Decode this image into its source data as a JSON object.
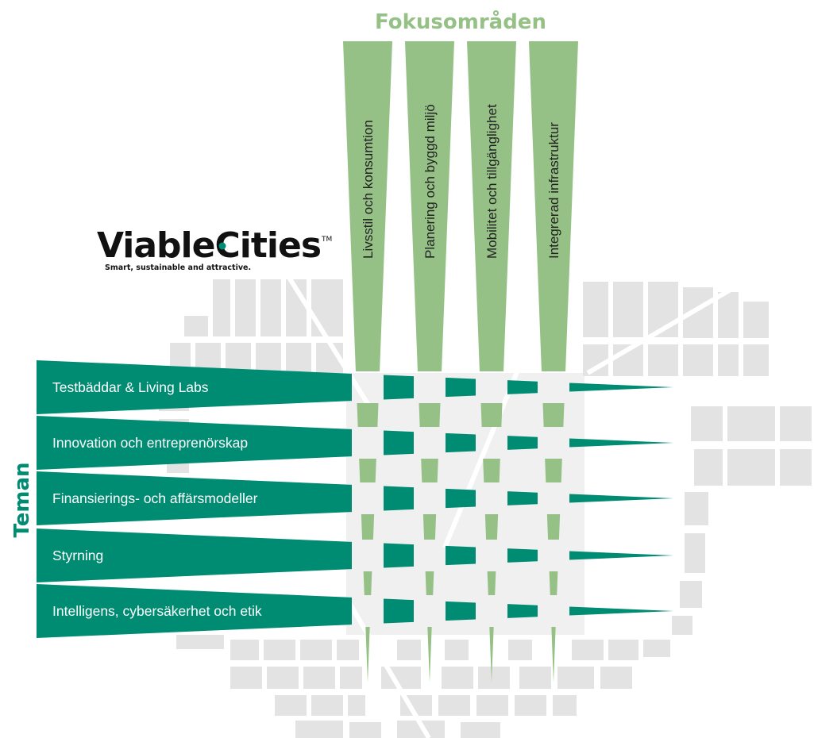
{
  "logo": {
    "name_part1": "Viable",
    "name_part2": "Cities",
    "trademark": "TM",
    "tagline": "Smart, sustainable and attractive."
  },
  "header": {
    "fokus_title": "Fokusområden",
    "teman_title": "Teman"
  },
  "focus_areas": [
    "Livsstil och konsumtion",
    "Planering och byggd miljö",
    "Mobilitet och tillgänglighet",
    "Integrerad infrastruktur"
  ],
  "themes": [
    "Testbäddar & Living Labs",
    "Innovation och entreprenörskap",
    "Finansierings- och affärsmodeller",
    "Styrning",
    "Intelligens, cybersäkerhet och etik"
  ],
  "colors": {
    "focus_green": "#95c186",
    "theme_teal": "#008b73",
    "map_grey": "#e3e3e3",
    "logo_black": "#111111"
  }
}
